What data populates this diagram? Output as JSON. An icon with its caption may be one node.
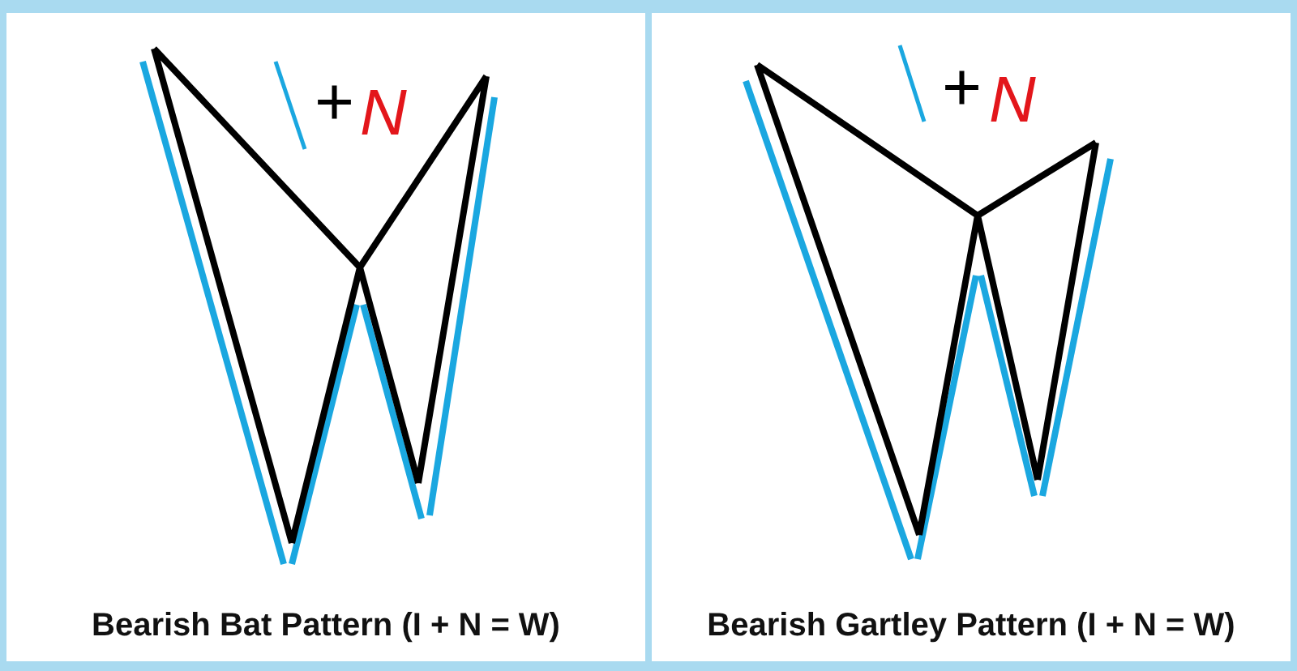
{
  "diagram": {
    "nodes": [
      {
        "text": [
          "Bearish Bat Pattern (I + N = W)"
        ]
      },
      {
        "text": [
          "Bearish Gartley Pattern (I + N = W)"
        ]
      }
    ],
    "labels": [
      "+",
      "N",
      "+",
      "N"
    ]
  }
}
